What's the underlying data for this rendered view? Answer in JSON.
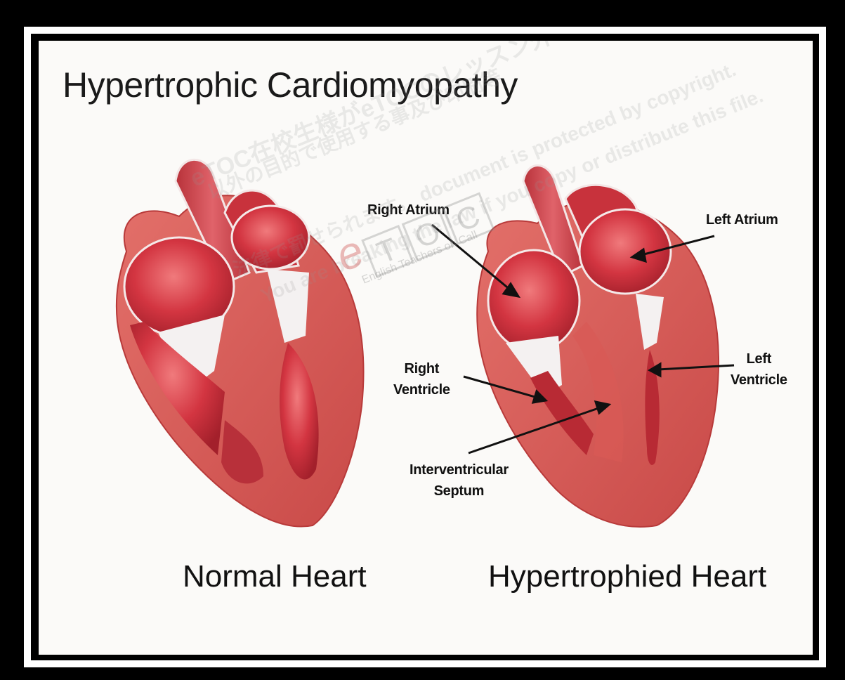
{
  "title": "Hypertrophic Cardiomyopathy",
  "captions": {
    "normal": "Normal Heart",
    "hypertrophied": "Hypertrophied Heart"
  },
  "labels": {
    "right_atrium": "Right Atrium",
    "left_atrium": "Left Atrium",
    "right_ventricle_line1": "Right",
    "right_ventricle_line2": "Ventricle",
    "left_ventricle_line1": "Left",
    "left_ventricle_line2": "Ventricle",
    "septum_line1": "Interventricular",
    "septum_line2": "Septum"
  },
  "watermark": {
    "line1": "eTOC在校生様がeTOCのレッスン外で",
    "line2": "以外の目的で使用する事及び印刷等",
    "line3": "法律で罰せられます。 document is protected by copyright.",
    "line4": "You are breaking the law if you copy or distribute this file.",
    "logo_letters": [
      "T",
      "O",
      "C"
    ],
    "logo_e": "e",
    "logo_sub": "English Teachers on Call"
  },
  "colors": {
    "frame": "#000000",
    "background": "#fbfaf8",
    "muscle": "#d9524f",
    "muscle_dark": "#a82a2e",
    "chamber": "#c92a35",
    "valve": "#f2eeee",
    "text": "#111111"
  }
}
